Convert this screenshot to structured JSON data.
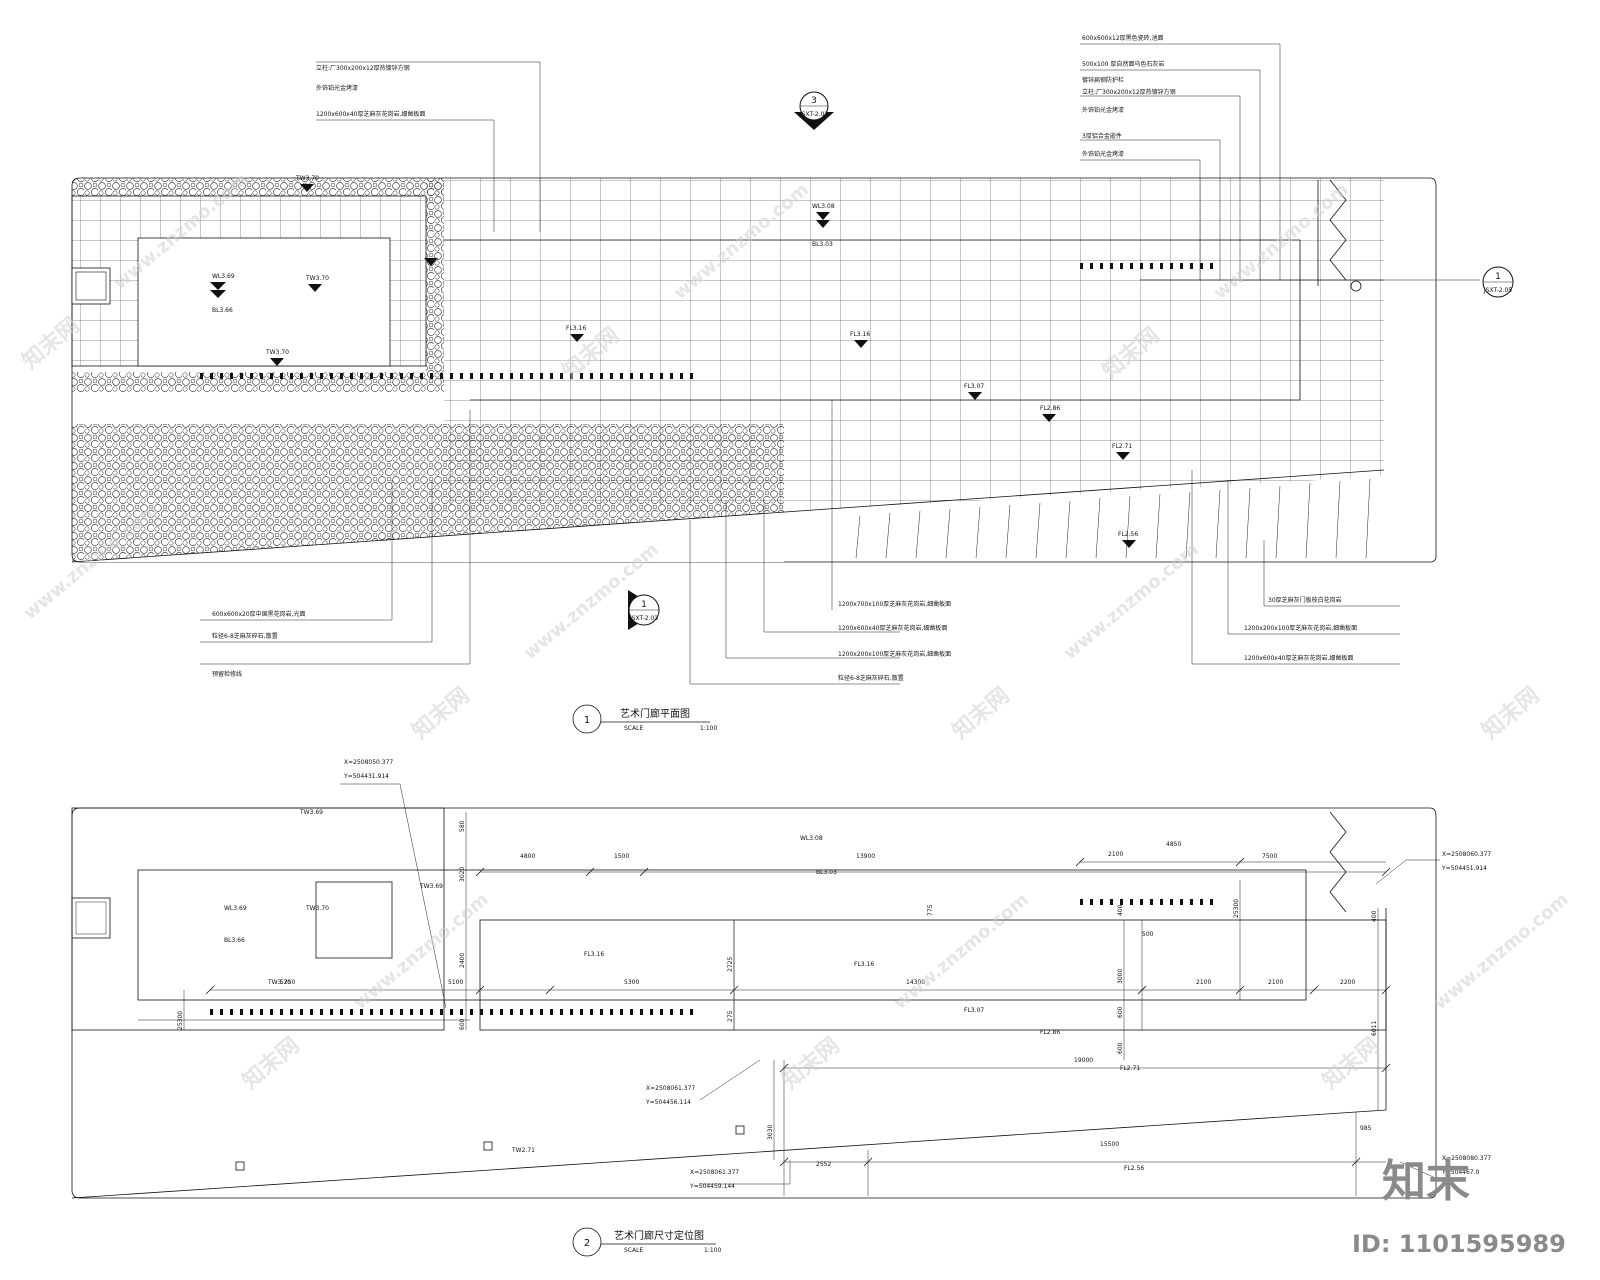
{
  "plan": {
    "title": "艺术门廊平面图",
    "index": "1",
    "scale_label": "SCALE",
    "scale": "1:100",
    "callouts_top_left": [
      "立柱:厂300x200x12厚热镀锌方钢",
      "外饰铂光金烤漆",
      "1200x600x40厚芝麻灰花岗岩,细凿板面"
    ],
    "callouts_top_right": [
      "600x600x12厚黑色瓷砖,池面",
      "500x100 厚自然面乌色石灰岩",
      "镀锌扁钢防护栏",
      "立柱:厂300x200x12厚热镀锌方钢",
      "外饰铂光金烤漆",
      "3厚铝合金嵌件",
      "外饰铂光金烤漆"
    ],
    "callouts_bottom_left": [
      "600x600x20厚中国黑花岗岩,光面",
      "粒径6-8芝麻灰碎石,散置",
      "预留检修线"
    ],
    "callouts_bottom_mid": [
      "1200x700x100厚芝麻灰花岗岩,细凿板面",
      "1200x600x40厚芝麻灰花岗岩,细凿板面",
      "1200x200x100厚芝麻灰花岗岩,细凿板面",
      "粒径6-8芝麻灰碎石,散置"
    ],
    "callouts_bottom_right": [
      "30厚芝麻灰门板枝白花岗岩",
      "1200x200x100厚芝麻灰花岗岩,细凿板面",
      "1200x600x40厚芝麻灰花岗岩,细凿板面"
    ],
    "section_marks": [
      {
        "num": "3",
        "ref": "JSXT-2.02"
      },
      {
        "num": "1",
        "ref": "JSXT-2.05"
      },
      {
        "num": "1",
        "ref": "JSXT-2.03"
      }
    ],
    "levels": [
      "WL3.08",
      "BL3.03",
      "WL3.69",
      "BL3.66",
      "TW3.70",
      "TW3.70",
      "FL3.16",
      "FL3.16",
      "FL3.07",
      "FL2.86",
      "FL2.71",
      "FL2.56"
    ]
  },
  "dims": {
    "title": "艺术门廊尺寸定位图",
    "index": "2",
    "scale_label": "SCALE",
    "scale": "1:100",
    "coords": [
      [
        "X=2508050.377",
        "Y=504431.914"
      ],
      [
        "X=2508060.377",
        "Y=504451.914"
      ],
      [
        "X=2508061.377",
        "Y=504456.114"
      ],
      [
        "X=2508061.377",
        "Y=504459.144"
      ],
      [
        "X=2508080.377",
        "Y=504467.0"
      ]
    ],
    "top_dims": [
      "4800",
      "1500",
      "13900",
      "2100",
      "4850",
      "7500"
    ],
    "mid_dims": [
      "5250",
      "5100",
      "5300",
      "14300",
      "2100",
      "2100",
      "2200"
    ],
    "low_dims": [
      "19000",
      "15500",
      "2552",
      "985"
    ],
    "vertical_dims": [
      "580",
      "3020",
      "2400",
      "775",
      "2725",
      "275",
      "400",
      "500",
      "3000",
      "600",
      "600",
      "25300",
      "600",
      "25300",
      "3030",
      "6011",
      "400"
    ],
    "levels": [
      "TW3.69",
      "WL3.08",
      "BL3.03",
      "TW3.69",
      "WL3.69",
      "BL3.66",
      "TW3.70",
      "TW3.70",
      "FL3.16",
      "FL3.16",
      "FL3.07",
      "FL2.86",
      "FL2.71",
      "TW2.71",
      "FL2.56"
    ]
  },
  "watermark": {
    "text_cn": "知末网",
    "text_url": "www.znzmo.com",
    "brand": "知末",
    "id_label": "ID: 1101595989"
  }
}
